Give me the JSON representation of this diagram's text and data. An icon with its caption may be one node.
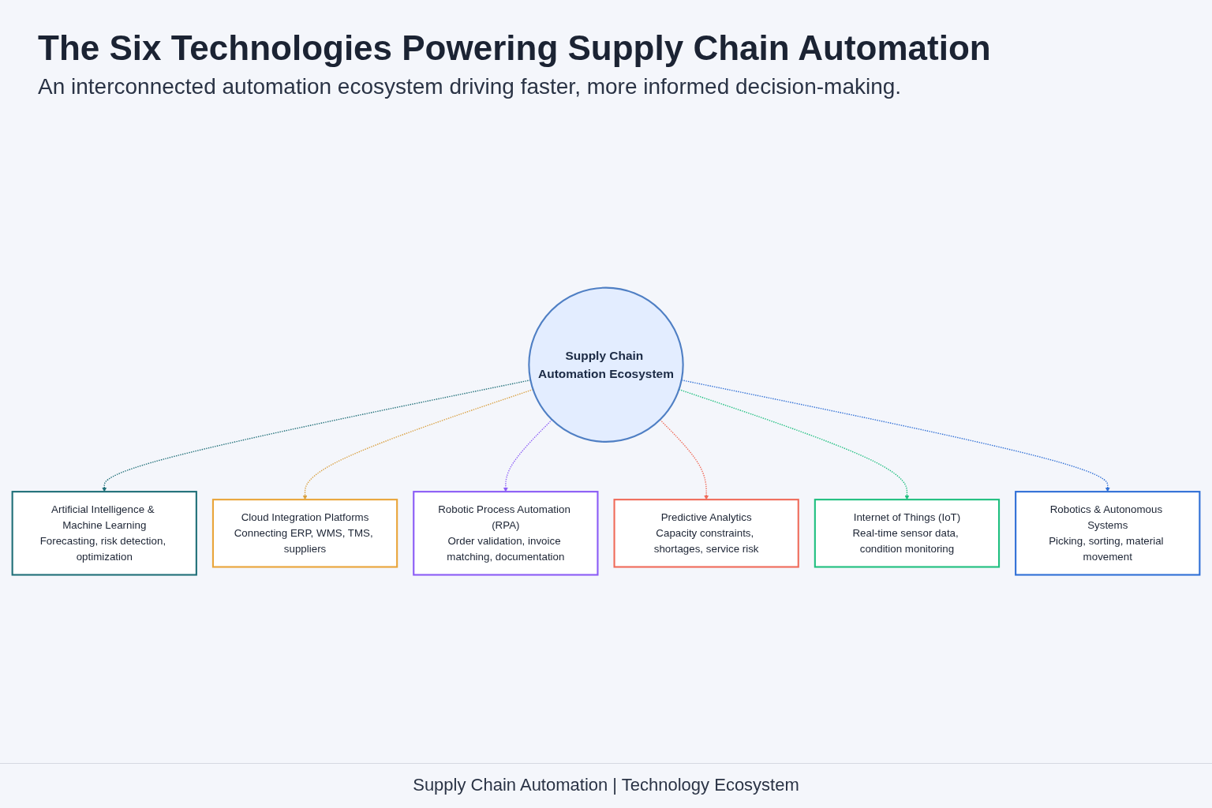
{
  "diagram": {
    "title": "The Six Technologies Powering Supply Chain Automation",
    "caption": "Supply Chain Automation | Technology Ecosystem",
    "nodes": [
      {
        "text": [
          "Supply Chain Automation Ecosystem"
        ]
      },
      {
        "text": [
          "Artificial Intelligence & Machine Learning",
          "Forecasting, risk detection, optimization"
        ]
      },
      {
        "text": [
          "Cloud Integration Platforms",
          "Connecting ERP, WMS, TMS, suppliers"
        ]
      },
      {
        "text": [
          "Robotic Process Automation (RPA)",
          "Order validation, invoice matching, documentation"
        ]
      },
      {
        "text": [
          "Predictive Analytics",
          "Capacity constraints, shortages, service risk"
        ]
      },
      {
        "text": [
          "Internet of Things (IoT)",
          "Real-time sensor data, condition monitoring"
        ]
      },
      {
        "text": [
          "Robotics & Autonomous Systems",
          "Picking, sorting, material movement"
        ]
      }
    ],
    "edges": [
      {
        "from": 0,
        "to": 1,
        "arrow": "to",
        "style": "dashed",
        "color": "#1f6f78"
      },
      {
        "from": 0,
        "to": 2,
        "arrow": "to",
        "style": "dashed",
        "color": "#d9a040"
      },
      {
        "from": 0,
        "to": 3,
        "arrow": "to",
        "style": "dashed",
        "color": "#8b5cf6"
      },
      {
        "from": 0,
        "to": 4,
        "arrow": "to",
        "style": "dashed",
        "color": "#f06b5a"
      },
      {
        "from": 0,
        "to": 5,
        "arrow": "to",
        "style": "dashed",
        "color": "#1fbf7f"
      },
      {
        "from": 0,
        "to": 6,
        "arrow": "to",
        "style": "dashed",
        "color": "#2f6fd6"
      }
    ],
    "labels": [
      "An interconnected automation ecosystem driving faster, more informed decision-making."
    ]
  }
}
